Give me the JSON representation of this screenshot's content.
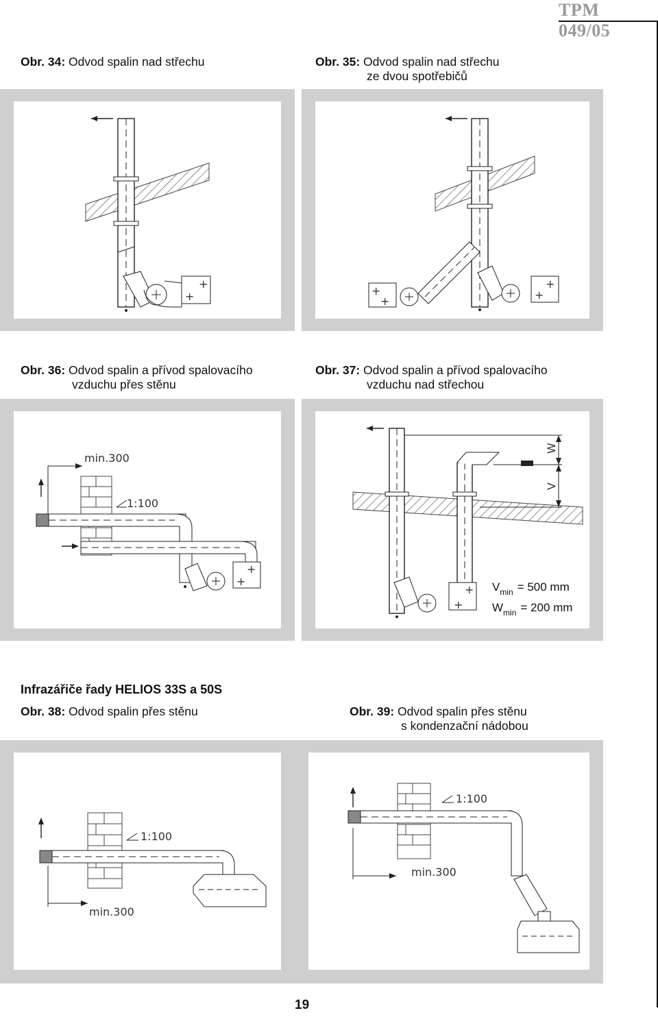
{
  "header": {
    "doc_code": "TPM 049/05"
  },
  "figures": {
    "fig34": {
      "num": "Obr. 34:",
      "line1": "Odvod spalin nad střechu"
    },
    "fig35": {
      "num": "Obr. 35:",
      "line1": "Odvod spalin nad střechu",
      "line2": "ze dvou spotřebičů"
    },
    "fig36": {
      "num": "Obr. 36:",
      "line1": "Odvod spalin a přívod spalovacího",
      "line2": "vzduchu přes stěnu",
      "label_min": "min.300",
      "label_slope": "1:100"
    },
    "fig37": {
      "num": "Obr. 37:",
      "line1": "Odvod spalin a přívod spalovacího",
      "line2": "vzduchu nad střechou",
      "label_w": "W",
      "label_v": "V",
      "vmin_sym": "V",
      "vmin_sub": "min",
      "vmin_val": "= 500 mm",
      "wmin_sym": "W",
      "wmin_sub": "min",
      "wmin_val": "= 200 mm"
    },
    "fig38": {
      "num": "Obr. 38:",
      "line1": "Odvod spalin přes stěnu",
      "label_min": "min.300",
      "label_slope": "1:100"
    },
    "fig39": {
      "num": "Obr. 39:",
      "line1": "Odvod spalin přes stěnu",
      "line2": "s kondenzační nádobou",
      "label_min": "min.300",
      "label_slope": "1:100"
    }
  },
  "section": {
    "title": "Infrazářiče řady HELIOS 33S a 50S"
  },
  "footer": {
    "page_number": "19"
  }
}
